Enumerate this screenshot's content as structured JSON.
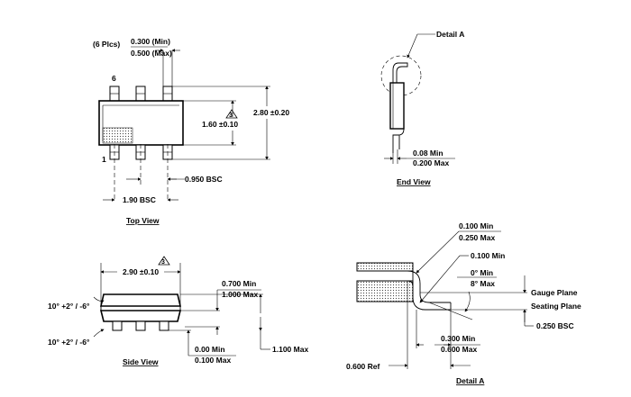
{
  "top_view": {
    "title": "Top View",
    "pin_count_label": "(6 Plcs)",
    "lead_width_min": "0.300 (Min)",
    "lead_width_max": "0.500 (Max)",
    "pin_6_label": "6",
    "pin_1_label": "1",
    "body_width": "1.60 ±0.10",
    "overall_width": "2.80 ±0.20",
    "pitch": "0.950 BSC",
    "span": "1.90 BSC",
    "note_symbol": "3"
  },
  "end_view": {
    "title": "End View",
    "detail_callout": "Detail A",
    "lead_thickness_min": "0.08 Min",
    "lead_thickness_max": "0.200 Max"
  },
  "side_view": {
    "title": "Side View",
    "body_length": "2.90 ±0.10",
    "note_symbol": "3",
    "angle_top": "10° +2° / -6°",
    "angle_bottom": "10° +2° / -6°",
    "body_height_min": "0.700 Min",
    "body_height_max": "1.000 Max",
    "standoff_min": "0.00 Min",
    "standoff_max": "0.100 Max",
    "overall_height": "1.100 Max"
  },
  "detail_a": {
    "title": "Detail A",
    "radius_min": "0.100 Min",
    "radius_max": "0.250 Max",
    "inner_radius": "0.100 Min",
    "angle_min": "0° Min",
    "angle_max": "8° Max",
    "gauge_plane": "Gauge Plane",
    "seating_plane": "Seating Plane",
    "gauge_offset": "0.250 BSC",
    "foot_length_min": "0.300 Min",
    "foot_length_max": "0.600 Max",
    "lead_ref": "0.600 Ref"
  }
}
